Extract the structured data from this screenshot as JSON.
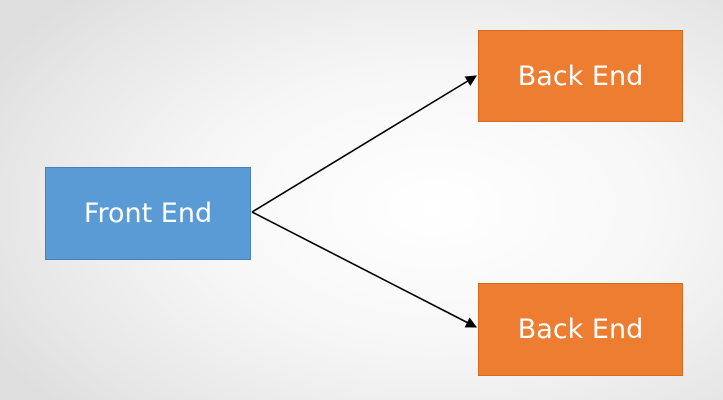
{
  "nodes": {
    "front_end": {
      "label": "Front End",
      "color": "#5b9bd5"
    },
    "back_end_top": {
      "label": "Back End",
      "color": "#ed7d31"
    },
    "back_end_bottom": {
      "label": "Back End",
      "color": "#ed7d31"
    }
  },
  "edges": [
    {
      "from": "front_end",
      "to": "back_end_top",
      "arrow": "end"
    },
    {
      "from": "front_end",
      "to": "back_end_bottom",
      "arrow": "end"
    }
  ],
  "line_color": "#000000"
}
